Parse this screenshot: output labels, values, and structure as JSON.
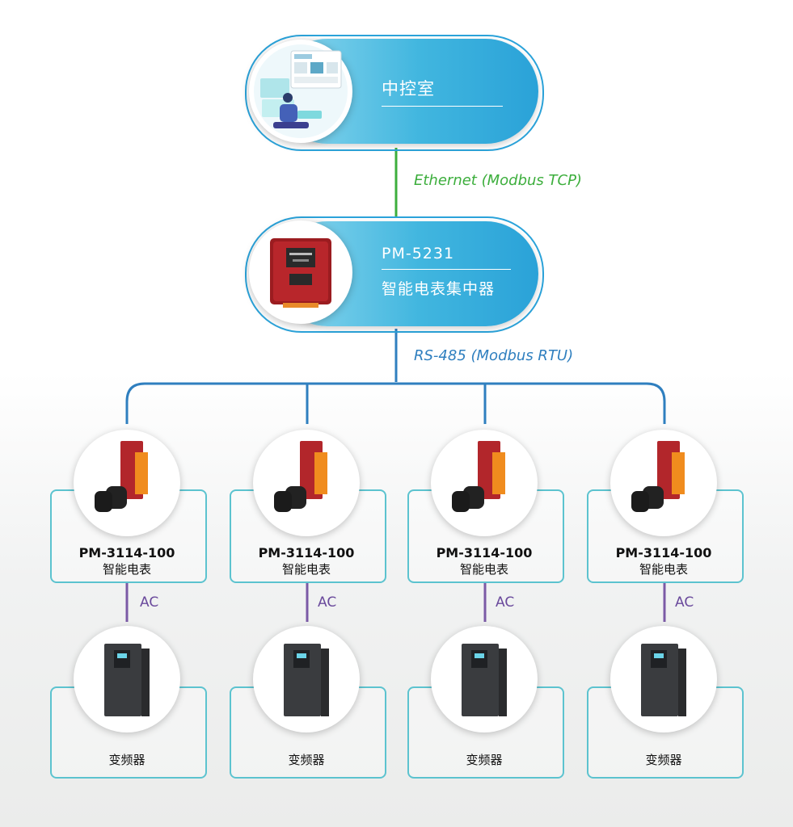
{
  "control_room": {
    "title": "中控室"
  },
  "link_top": {
    "label": "Ethernet (Modbus TCP)",
    "color": "#3cae3c"
  },
  "concentrator": {
    "model": "PM-5231",
    "name": "智能电表集中器"
  },
  "link_mid": {
    "label": "RS-485 (Modbus RTU)",
    "color": "#2f7fbf"
  },
  "meters": [
    {
      "model": "PM-3114-100",
      "name": "智能电表"
    },
    {
      "model": "PM-3114-100",
      "name": "智能电表"
    },
    {
      "model": "PM-3114-100",
      "name": "智能电表"
    },
    {
      "model": "PM-3114-100",
      "name": "智能电表"
    }
  ],
  "ac_label": "AC",
  "drives": [
    {
      "name": "变频器"
    },
    {
      "name": "变频器"
    },
    {
      "name": "变频器"
    },
    {
      "name": "变频器"
    }
  ],
  "colors": {
    "pill": "#41b6df",
    "card_border": "#5cc3cf",
    "rs485_line": "#2f7fbf",
    "ethernet_line": "#3cae3c",
    "ac_line": "#7b5aa6"
  }
}
